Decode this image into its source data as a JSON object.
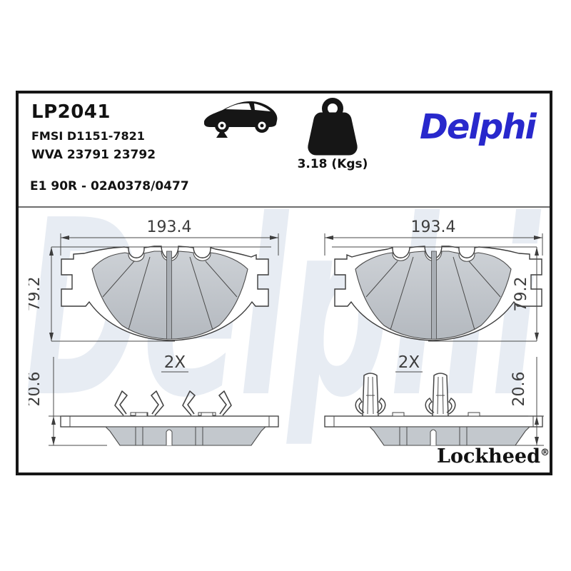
{
  "header": {
    "part_number": "LP2041",
    "fmsi": "FMSI D1151-7821",
    "wva": "WVA 23791 23792",
    "approval": "E1 90R - 02A0378/0477",
    "weight": "3.18 (Kgs)",
    "brand": "Delphi"
  },
  "watermark": {
    "text": "Delphi",
    "color": "#e7ecf3"
  },
  "dimensions": {
    "width": "193.4",
    "height": "79.2",
    "thickness": "20.6",
    "quantity": "2X"
  },
  "footer": {
    "licensor": "Lockheed",
    "registered_mark": "®"
  },
  "icons": [
    "car-side-icon",
    "weight-icon"
  ],
  "colors": {
    "brand_blue": "#2828cc",
    "watermark_blue": "#e7ecf3",
    "friction_gray": "#c3c8cd",
    "line_gray": "#3d3d3d",
    "frame_black": "#161616"
  }
}
